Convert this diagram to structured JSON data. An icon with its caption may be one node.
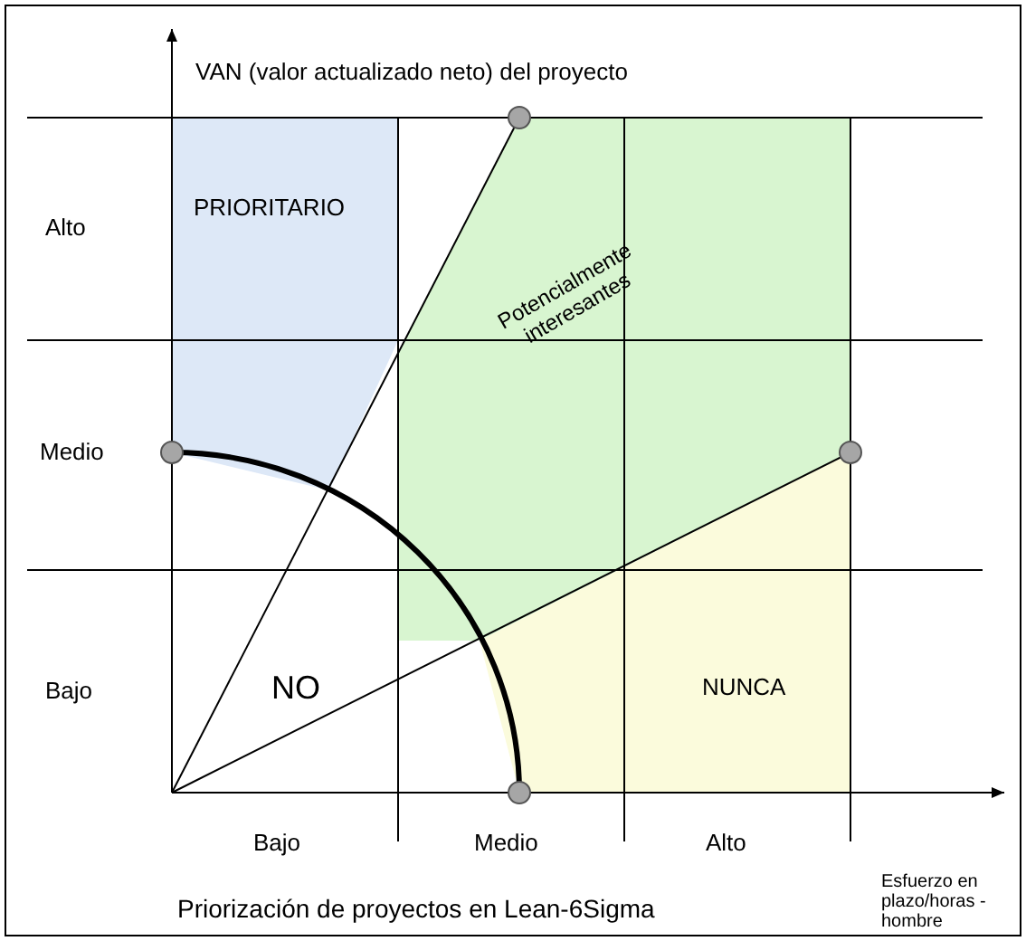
{
  "diagram": {
    "caption": "Priorización de proyectos en Lean-6Sigma",
    "nodes": [
      {
        "text": [
          "PRIORITARIO"
        ]
      },
      {
        "text": [
          "Potencialmente interesantes"
        ]
      },
      {
        "text": [
          "NO"
        ]
      },
      {
        "text": [
          "NUNCA"
        ]
      }
    ],
    "labels": [
      "VAN (valor actualizado neto) del proyecto",
      "Alto",
      "Medio",
      "Bajo",
      "Bajo",
      "Medio",
      "Alto",
      "Esfuerzo en plazo/horas - hombre"
    ]
  }
}
